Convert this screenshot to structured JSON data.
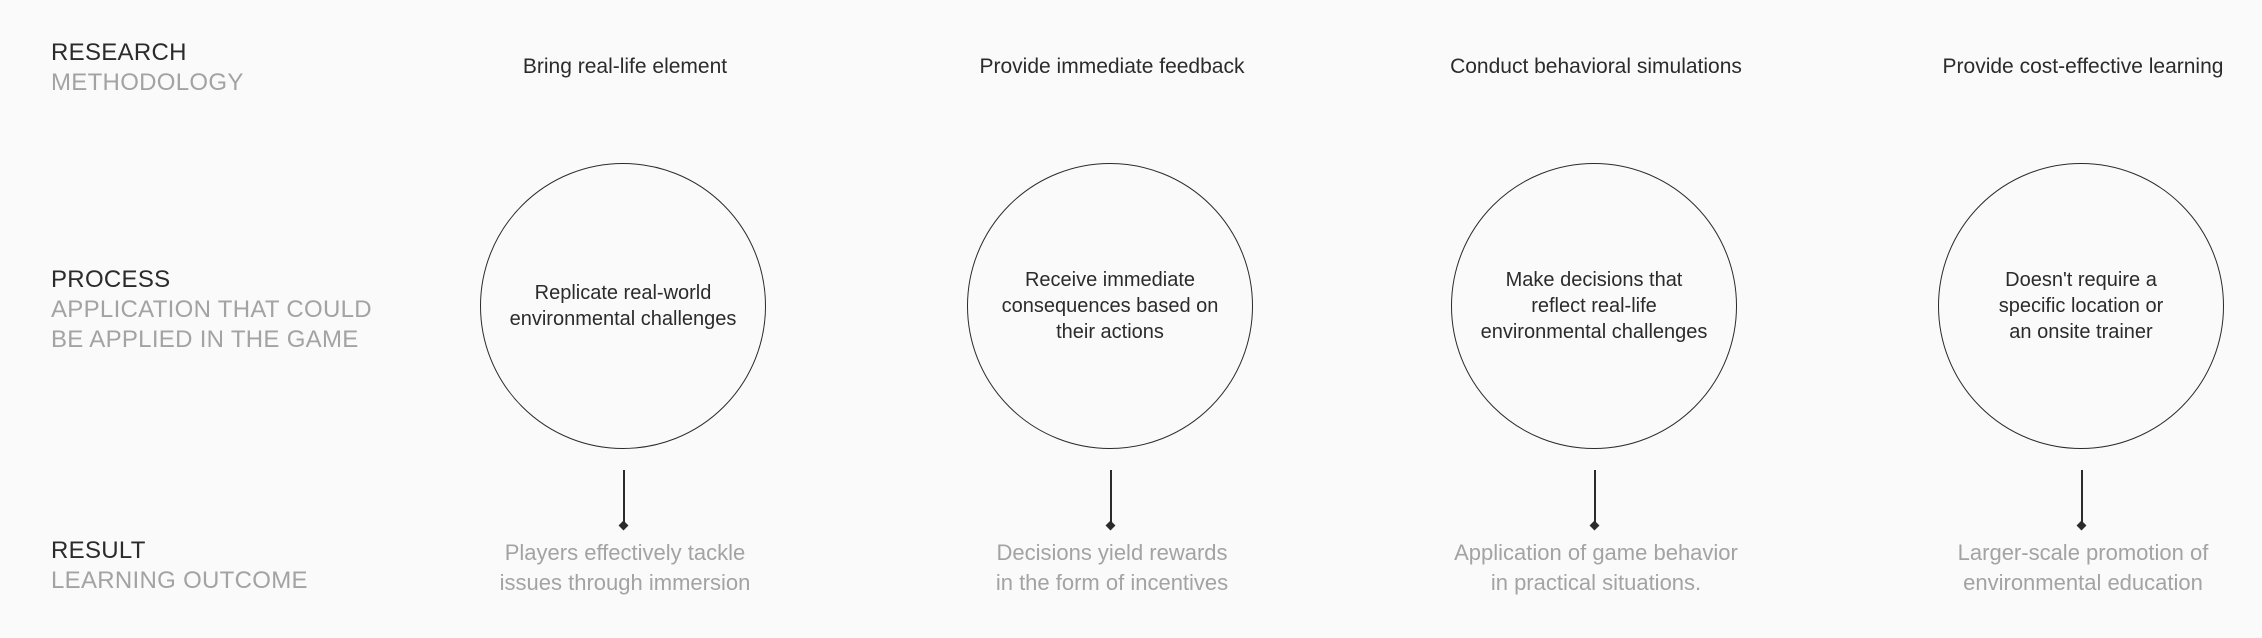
{
  "rows": {
    "research": {
      "primary": "RESEARCH",
      "secondary": "METHODOLOGY"
    },
    "process": {
      "primary": "PROCESS",
      "secondary": "APPLICATION THAT COULD\nBE APPLIED IN THE GAME"
    },
    "result": {
      "primary": "RESULT",
      "secondary": "LEARNING OUTCOME"
    }
  },
  "columns": [
    {
      "title": "Bring real-life element",
      "circle": "Replicate real-world\nenvironmental challenges",
      "outcome": "Players effectively tackle\nissues through immersion"
    },
    {
      "title": "Provide immediate feedback",
      "circle": "Receive immediate\nconsequences based on\ntheir actions",
      "outcome": "Decisions yield rewards\nin the form of incentives"
    },
    {
      "title": "Conduct behavioral simulations",
      "circle": "Make decisions that\nreflect real-life\nenvironmental challenges",
      "outcome": "Application of game behavior\nin practical situations."
    },
    {
      "title": "Provide cost-effective learning",
      "circle": "Doesn't require a\nspecific location or\nan onsite trainer",
      "outcome": "Larger-scale promotion of\nenvironmental education"
    }
  ],
  "colors": {
    "primary_text": "#2b2b2b",
    "secondary_text": "#a3a3a3",
    "background": "#fafafa"
  }
}
